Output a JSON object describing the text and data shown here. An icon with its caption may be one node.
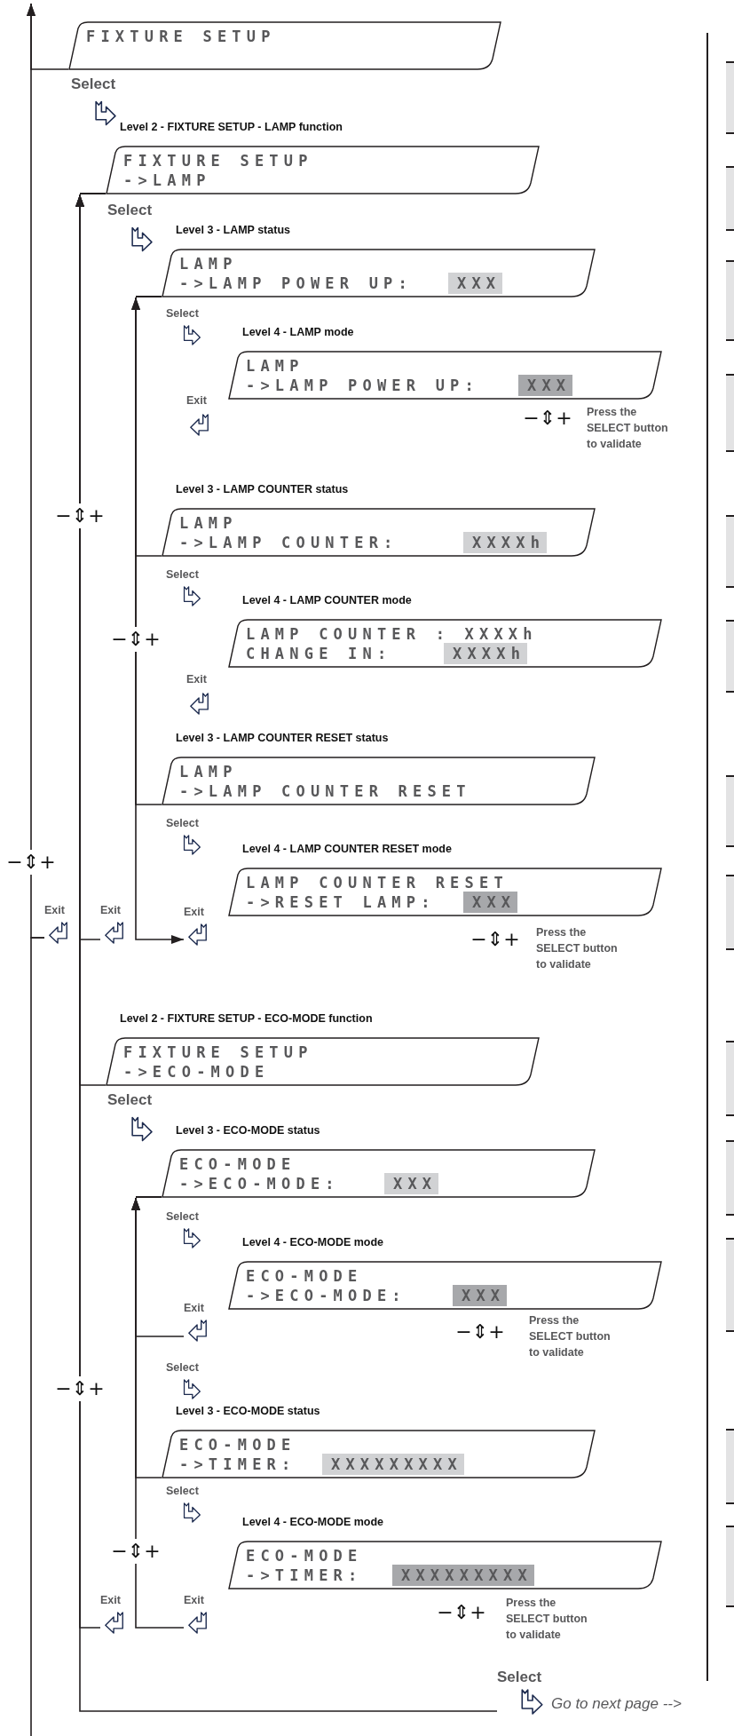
{
  "diagram": {
    "nodes": [
      {
        "text": [
          "FIXTURE SETUP"
        ]
      },
      {
        "text": [
          "Level 2 - FIXTURE SETUP - LAMP function",
          "FIXTURE SETUP",
          "->LAMP"
        ]
      },
      {
        "text": [
          "Level 3 - LAMP status",
          "LAMP",
          "->LAMP POWER UP:",
          "XXX"
        ]
      },
      {
        "text": [
          "Level 4 - LAMP mode",
          "LAMP",
          "->LAMP POWER UP:",
          "XXX"
        ],
        "beside": [
          "−⇕+",
          "Press the SELECT button to validate"
        ]
      },
      {
        "text": [
          "Level 3 - LAMP COUNTER status",
          "LAMP",
          "->LAMP COUNTER:",
          "XXXXh"
        ]
      },
      {
        "text": [
          "Level 4 - LAMP COUNTER mode",
          "LAMP COUNTER : XXXXh",
          "CHANGE IN:",
          "XXXXh"
        ]
      },
      {
        "text": [
          "Level 3 - LAMP COUNTER RESET status",
          "LAMP",
          "->LAMP COUNTER RESET"
        ]
      },
      {
        "text": [
          "Level 4 - LAMP COUNTER RESET mode",
          "LAMP COUNTER RESET",
          "->RESET LAMP:",
          "XXX"
        ],
        "beside": [
          "−⇕+",
          "Press the SELECT button to validate"
        ]
      },
      {
        "text": [
          "Level 2 - FIXTURE SETUP - ECO-MODE function",
          "FIXTURE SETUP",
          "->ECO-MODE"
        ]
      },
      {
        "text": [
          "Level 3 - ECO-MODE status",
          "ECO-MODE",
          "->ECO-MODE:",
          "XXX"
        ]
      },
      {
        "text": [
          "Level 4 - ECO-MODE mode",
          "ECO-MODE",
          "->ECO-MODE:",
          "XXX"
        ],
        "beside": [
          "−⇕+",
          "Press the SELECT button to validate"
        ]
      },
      {
        "text": [
          "Level 3 - ECO-MODE status",
          "ECO-MODE",
          "->TIMER:",
          "XXXXXXXXX"
        ]
      },
      {
        "text": [
          "Level 4 - ECO-MODE mode",
          "ECO-MODE",
          "->TIMER:",
          "XXXXXXXXX"
        ],
        "beside": [
          "−⇕+",
          "Press the SELECT button to validate"
        ]
      },
      {
        "text": [
          "Exit"
        ]
      },
      {
        "text": [
          "Exit"
        ]
      },
      {
        "text": [
          "Exit"
        ]
      },
      {
        "text": [
          "Exit"
        ]
      },
      {
        "text": [
          "Exit"
        ]
      },
      {
        "text": [
          "Exit"
        ]
      },
      {
        "text": [
          "Select",
          "Go to next page -->"
        ]
      }
    ],
    "edges": [
      {
        "from": 13,
        "to": null,
        "arrow": "to"
      },
      {
        "from": 0,
        "to": null,
        "arrow": "to"
      },
      {
        "from": null,
        "to": 13,
        "arrow": "none"
      },
      {
        "from": 14,
        "to": 1,
        "arrow": "to"
      },
      {
        "from": 8,
        "to": 1,
        "arrow": "to"
      },
      {
        "from": 17,
        "to": 1,
        "arrow": "to"
      },
      {
        "from": 19,
        "to": 1,
        "arrow": "to"
      },
      {
        "from": 2,
        "to": 15,
        "arrow": "to"
      },
      {
        "from": 4,
        "to": 2,
        "arrow": "to"
      },
      {
        "from": 6,
        "to": 2,
        "arrow": "to"
      },
      {
        "from": 16,
        "to": 9,
        "arrow": "to"
      },
      {
        "from": 11,
        "to": 9,
        "arrow": "to"
      },
      {
        "from": 18,
        "to": 9,
        "arrow": "to"
      }
    ],
    "labels": [
      "Select",
      "Select",
      "Select",
      "Exit",
      "−⇕+",
      "Select",
      "−⇕+",
      "Exit",
      "Select",
      "−⇕+",
      "Select",
      "Select",
      "Select",
      "−⇕+",
      "Select",
      "−⇕+"
    ]
  }
}
